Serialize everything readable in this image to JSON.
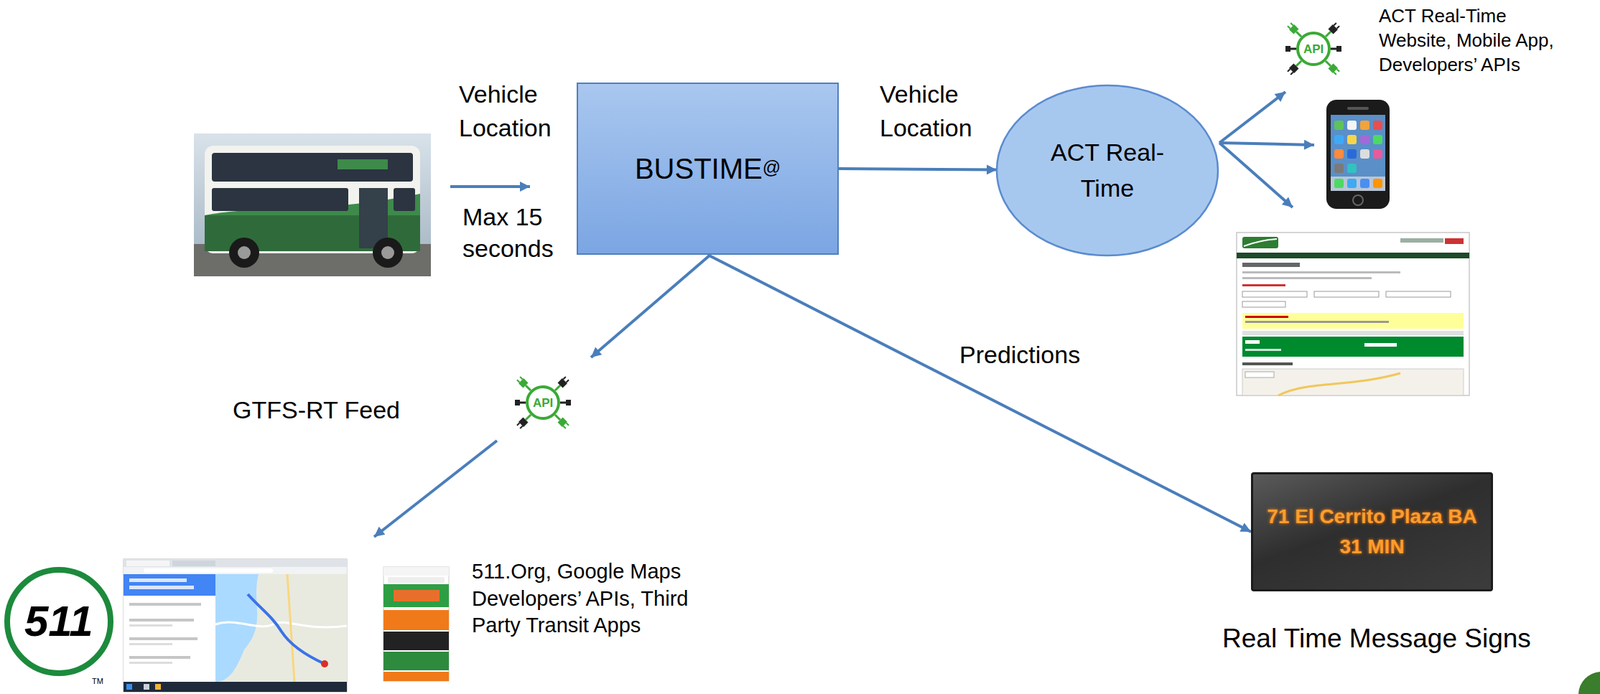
{
  "diagram": {
    "nodes": [
      {
        "text": [
          "BUSTIME",
          "@"
        ]
      },
      {
        "text": [
          "ACT Real-Time"
        ]
      },
      {
        "text": [
          "71 El Cerrito Plaza BA",
          "31 MIN"
        ]
      }
    ],
    "edges": [
      {
        "from": 0,
        "to": 1,
        "arrow": "to",
        "label": "Vehicle Location"
      },
      {
        "from": 0,
        "to": 2,
        "arrow": "to",
        "label": "Predictions"
      }
    ],
    "labels": [
      "Vehicle Location",
      "Max 15 seconds",
      "API",
      "ACT Real-Time Website, Mobile App, Developers’ APIs",
      "API",
      "GTFS-RT Feed",
      "511",
      "TM",
      "511.Org, Google Maps Developers’ APIs, Third Party Transit Apps",
      "Real Time Message Signs"
    ]
  }
}
